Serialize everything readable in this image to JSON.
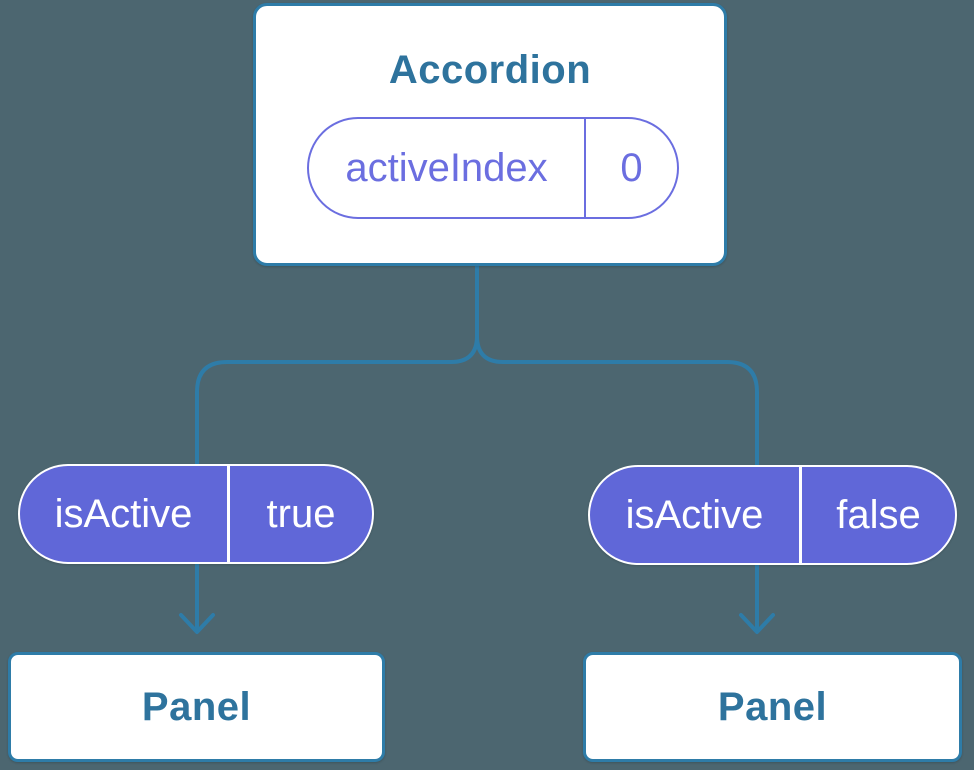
{
  "diagram": {
    "description": "Component tree diagram: parent with state passing props to two children with panels",
    "root": {
      "title": "Accordion",
      "prop": {
        "name": "activeIndex",
        "value": "0"
      }
    },
    "children": [
      {
        "prop": {
          "name": "isActive",
          "value": "true"
        },
        "panel_label": "Panel"
      },
      {
        "prop": {
          "name": "isActive",
          "value": "false"
        },
        "panel_label": "Panel"
      }
    ]
  },
  "colors": {
    "background": "#4C6670",
    "node_fill": "#FFFFFF",
    "node_border": "#2E7CA8",
    "node_text": "#2E739D",
    "connector": "#2E7CA8",
    "state_pill_outline": "#6B6EE0",
    "state_pill_text": "#6B6EE0",
    "prop_pill_fill": "#6067D8",
    "prop_pill_border": "#FFFFFF",
    "prop_pill_text": "#FFFFFF"
  }
}
